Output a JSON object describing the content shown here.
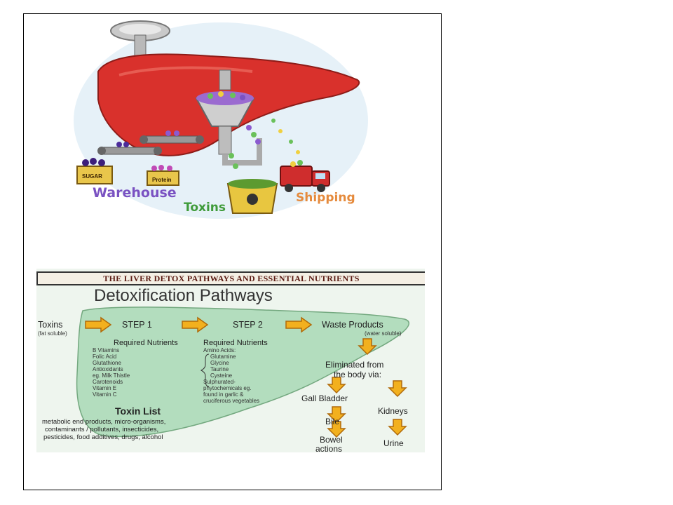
{
  "top_illustration": {
    "labels": {
      "warehouse": "Warehouse",
      "toxins": "Toxins",
      "shipping": "Shipping",
      "sugar_box": "SUGAR",
      "protein_box": "Protein"
    },
    "colors": {
      "liver": "#d9312c",
      "warehouse": "#7a52c2",
      "toxins": "#3f9b3a",
      "shipping": "#e58a3c"
    }
  },
  "bottom_diagram": {
    "header": "THE LIVER DETOX PATHWAYS AND ESSENTIAL NUTRIENTS",
    "title": "Detoxification Pathways",
    "flow": {
      "toxins": "Toxins",
      "toxins_note": "(fat soluble)",
      "step1": "STEP 1",
      "step2": "STEP 2",
      "waste": "Waste Products",
      "waste_note": "(water soluble)"
    },
    "step1_nutrients": {
      "heading": "Required Nutrients",
      "items": [
        "B Vitamins",
        "Folic Acid",
        "Glutathione",
        "Antioxidants",
        "eg. Milk Thistle",
        "Carotenoids",
        "Vitamin E",
        "Vitamin C"
      ]
    },
    "step2_nutrients": {
      "heading": "Required Nutrients",
      "amino_heading": "Amino Acids:",
      "amino_items": [
        "Glutamine",
        "Glycine",
        "Taurine",
        "Cysteine"
      ],
      "extra_lines": [
        "Sulphurated-",
        "phytochemicals eg.",
        "found in garlic &",
        "cruciferous vegetables"
      ]
    },
    "elimination": {
      "heading_line1": "Eliminated from",
      "heading_line2": "the body via:",
      "gall_bladder": "Gall Bladder",
      "bile": "Bile",
      "bowel_line1": "Bowel",
      "bowel_line2": "actions",
      "kidneys": "Kidneys",
      "urine": "Urine"
    },
    "toxin_list": {
      "heading": "Toxin List",
      "lines": [
        "metabolic end products, micro-organisms,",
        "contaminants / pollutants,  insecticides,",
        "pesticides,  food additives,  drugs,  alcohol"
      ]
    },
    "colors": {
      "liver_fill": "#a9d9b6",
      "arrow": "#f2b01e",
      "arrow_stroke": "#b06a0a"
    }
  }
}
